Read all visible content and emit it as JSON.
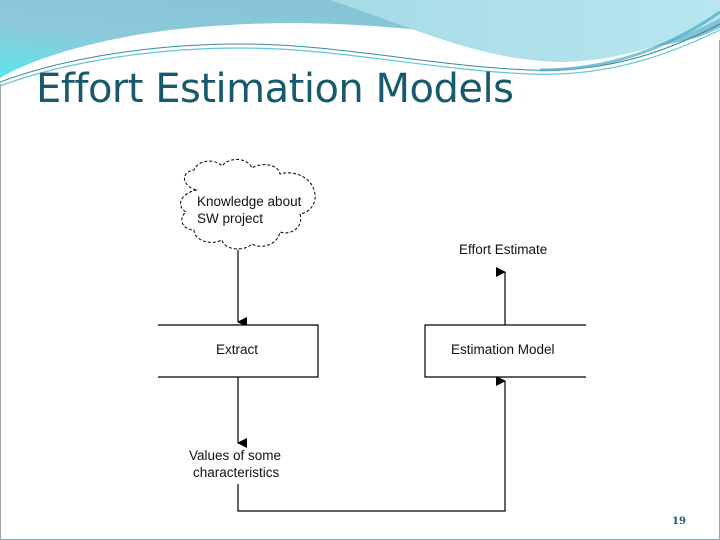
{
  "slide": {
    "title": "Effort Estimation Models",
    "page_number": "19",
    "colors": {
      "title": "#17596d",
      "wave_light": "#a8dde8",
      "wave_dark": "#4fb3cf",
      "wave_cyan": "#5de0ea"
    }
  },
  "diagram": {
    "cloud": {
      "line1": "Knowledge about",
      "line2": "SW project"
    },
    "extract_box": {
      "label": "Extract"
    },
    "values": {
      "line1": "Values of some",
      "line2": "characteristics"
    },
    "model_box": {
      "label": "Estimation Model"
    },
    "output": {
      "label": "Effort Estimate"
    },
    "edges": [
      {
        "from": "cloud",
        "to": "extract_box"
      },
      {
        "from": "extract_box",
        "to": "values"
      },
      {
        "from": "values",
        "to": "model_box"
      },
      {
        "from": "model_box",
        "to": "output"
      }
    ]
  }
}
